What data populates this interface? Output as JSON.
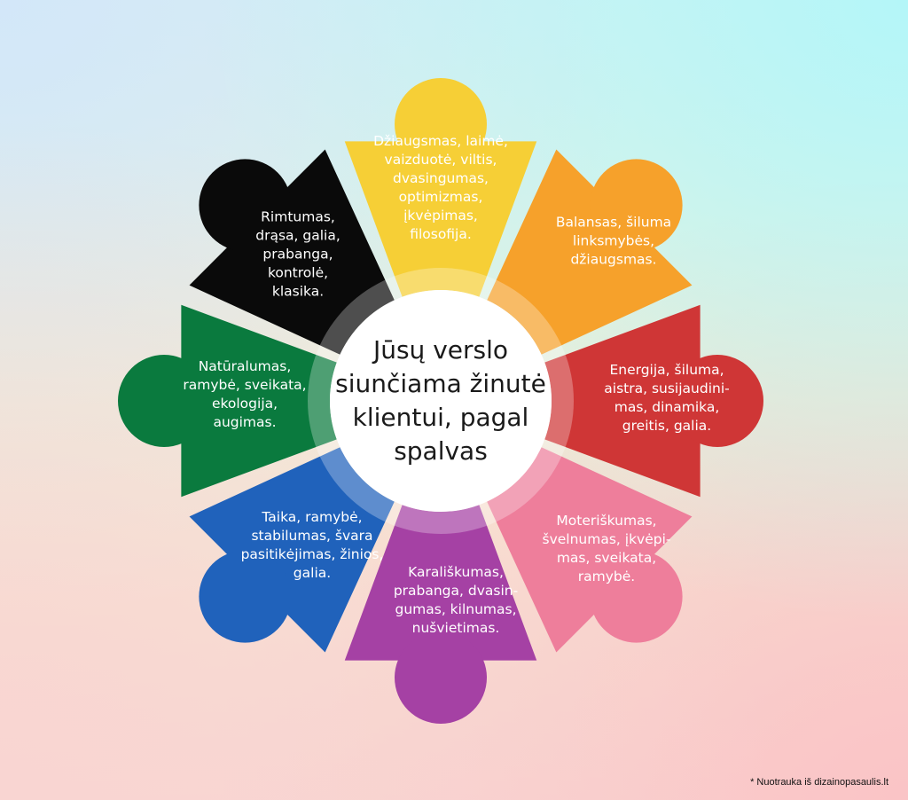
{
  "center": {
    "title_lines": [
      "Jūsų verslo",
      "siunčiama žinutė",
      "klientui, pagal",
      "spalvas"
    ]
  },
  "segments": [
    {
      "color": "#f6cf36",
      "lines": [
        "Džiaugsmas, laimė,",
        "vaizduotė, viltis,",
        "dvasingumas,",
        "optimizmas,",
        "įkvėpimas,",
        "filosofija."
      ]
    },
    {
      "color": "#f6a12b",
      "lines": [
        "Balansas, šiluma",
        "linksmybės,",
        "džiaugsmas."
      ]
    },
    {
      "color": "#cf3636",
      "lines": [
        "Energija, šiluma,",
        "aistra, susijaudini-",
        "mas, dinamika,",
        "greitis, galia."
      ]
    },
    {
      "color": "#ee7e9b",
      "lines": [
        "Moteriškumas,",
        "švelnumas, įkvėpi-",
        "mas, sveikata,",
        "ramybė."
      ]
    },
    {
      "color": "#a541a4",
      "lines": [
        "Karališkumas,",
        "prabanga, dvasin-",
        "gumas, kilnumas,",
        "nušvietimas."
      ]
    },
    {
      "color": "#2062bb",
      "lines": [
        "Taika, ramybė,",
        "stabilumas, švara",
        "pasitikėjimas, žinios,",
        "galia."
      ]
    },
    {
      "color": "#0a7a3e",
      "lines": [
        "Natūralumas,",
        "ramybė, sveikata,",
        "ekologija,",
        "augimas."
      ]
    },
    {
      "color": "#0a0a0a",
      "lines": [
        "Rimtumas,",
        "drąsa, galia,",
        "prabanga,",
        "kontrolė,",
        "klasika."
      ]
    }
  ],
  "credit": "* Nuotrauka iš dizainopasaulis.lt"
}
